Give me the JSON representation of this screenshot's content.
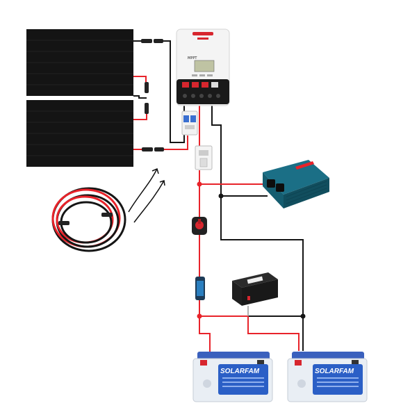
{
  "diagram": {
    "components": [
      {
        "id": "solar-panel-top",
        "label": ""
      },
      {
        "id": "solar-panel-bottom",
        "label": ""
      },
      {
        "id": "charge-controller",
        "label": ""
      },
      {
        "id": "dc-breaker",
        "label": ""
      },
      {
        "id": "fuse-holder",
        "label": ""
      },
      {
        "id": "inverter",
        "label": ""
      },
      {
        "id": "battery-switch",
        "label": ""
      },
      {
        "id": "inline-fuse",
        "label": ""
      },
      {
        "id": "battery-monitor",
        "label": ""
      },
      {
        "id": "battery-left",
        "label": ""
      },
      {
        "id": "battery-right",
        "label": ""
      },
      {
        "id": "cable-coil",
        "label": ""
      }
    ],
    "wire_colors": {
      "positive": "#e8232a",
      "negative": "#151515",
      "arrow": "#111111"
    },
    "colors": {
      "panel": "#141414",
      "controller_body": "#f4f4f4",
      "controller_accent": "#d7262e",
      "inverter": "#1b6f86",
      "battery_case": "#e9eef4",
      "battery_top": "#2d55b4",
      "battery_label": "#2b5fc6"
    }
  },
  "branding": {
    "battery_brand": "SOLARFAM",
    "controller_label": "MPPT"
  }
}
